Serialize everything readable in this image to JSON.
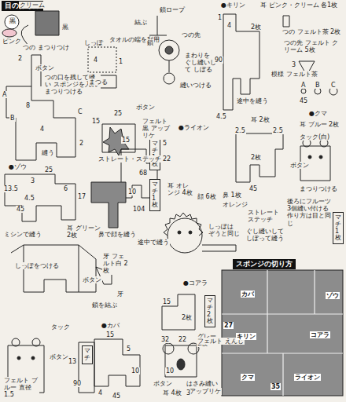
{
  "diagram": {
    "nodes": [
      {
        "text": [
          "目の作り方"
        ]
      },
      {
        "text": [
          "スポンジの切り方"
        ]
      },
      {
        "text": [
          "マチ 1枚"
        ]
      },
      {
        "text": [
          "マチ 1枚"
        ]
      },
      {
        "text": [
          "マチ 1枚"
        ]
      },
      {
        "text": [
          "マチ"
        ]
      },
      {
        "text": [
          "マチ 2枚"
        ]
      }
    ],
    "labels": [
      "黒",
      "ピンク",
      "クリーム",
      "黒",
      "つの まつりつけ",
      "2",
      "ボタン",
      "つの口を残して縫い スポンジを入れ まつりつける",
      "A",
      "B",
      "C",
      "8",
      "4",
      "縫う",
      "2",
      "しっぽ",
      "タオルの端を利用",
      "4",
      "1",
      "まつる",
      "鎖ロープ",
      "結ぶ",
      "鎖",
      "つの先",
      "まわりを ぐし縫いして しぼる",
      "縫いつける",
      "ボタン",
      "15",
      "25",
      "フェルト 黒 アップリケ",
      "ストレート・ステッチ 黒",
      "●キリン",
      "耳 ピンク・クリーム 各1枚",
      "1",
      "4",
      "2枚",
      "90",
      "途中を縫う",
      "4.5",
      "つの フェルト茶 2枚",
      "つの先 フェルト クリーム 5枚",
      "3",
      "模様 フェルト茶",
      "A",
      "B",
      "C",
      "45",
      "●クマ",
      "耳 2枚",
      "耳 ブルー 2枚",
      "2.5",
      "2.5",
      "タック(白)",
      "2枚",
      "ボタン",
      "45",
      "まつりつける",
      "後ろにフルーツ 3個縫い付ける 作り方は目と同じ",
      "●ライオン",
      "15",
      "5",
      "22",
      "68",
      "10",
      "耳 オレンジ 4枚",
      "鼻 1枚",
      "顔 6枚",
      "オレンジ",
      "ストレート ステッチ",
      "しっぽは ぞうと同じ",
      "ぐし縫いして しぼって縫う",
      "●ゾウ",
      "25",
      "13.5",
      "3",
      "4.5",
      "6",
      "17",
      "45",
      "104",
      "耳 グリーン 2枚",
      "ミシンで縫う",
      "鼻で顔を縫う",
      "途中で縫う",
      "しっぽをつける",
      "牙 フェルト白 2枚",
      "ボタン",
      "牙",
      "鎖を結ぶ",
      "●コアラ",
      "15",
      "2枚",
      "32",
      "22",
      "グレー 2枚",
      "ボタン",
      "はさみ縫い",
      "アップリケ",
      "フェルト えんじ",
      "10",
      "●カバ",
      "3",
      "耳 4枚",
      "タック",
      "ボタン",
      "フェルト ブルー 直径1.5",
      "13",
      "90",
      "15",
      "5",
      "4",
      "45",
      "10",
      "カバ",
      "ゾウ",
      "コアラ",
      "キリン",
      "クマ",
      "ライオン",
      "27",
      "35"
    ]
  }
}
